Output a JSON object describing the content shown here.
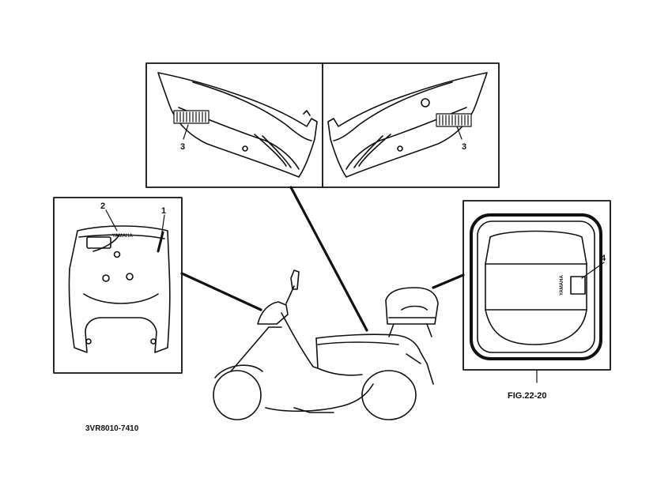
{
  "callouts": {
    "c1": "1",
    "c2": "2",
    "c3_left": "3",
    "c3_right": "3",
    "c4": "4"
  },
  "labels": {
    "brand_cowl": "YAMAHA",
    "brand_trunk": "YAMAHA",
    "figure_id": "FIG.22-20",
    "part_code": "3VR8010-7410"
  },
  "colors": {
    "ink": "#111111",
    "paper": "#ffffff"
  }
}
